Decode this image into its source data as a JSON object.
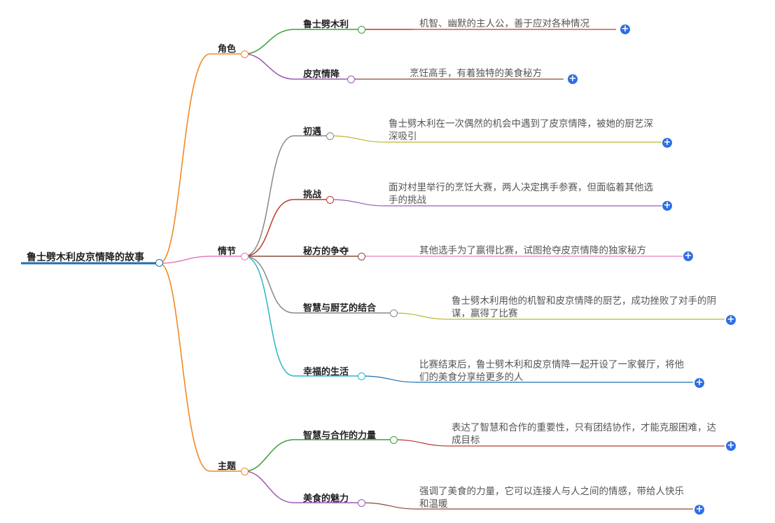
{
  "root": {
    "label": "鲁士劈木利皮京情降的故事"
  },
  "branches": [
    {
      "label": "角色",
      "children": [
        {
          "label": "鲁士劈木利",
          "detail": "机智、幽默的主人公，善于应对各种情况"
        },
        {
          "label": "皮京情降",
          "detail": "烹饪高手，有着独特的美食秘方"
        }
      ]
    },
    {
      "label": "情节",
      "children": [
        {
          "label": "初遇",
          "detail": "鲁士劈木利在一次偶然的机会中遇到了皮京情降，被她的厨艺深深吸引"
        },
        {
          "label": "挑战",
          "detail": "面对村里举行的烹饪大赛，两人决定携手参赛，但面临着其他选手的挑战"
        },
        {
          "label": "秘方的争夺",
          "detail": "其他选手为了赢得比赛，试图抢夺皮京情降的独家秘方"
        },
        {
          "label": "智慧与厨艺的结合",
          "detail": "鲁士劈木利用他的机智和皮京情降的厨艺，成功挫败了对手的阴谋，赢得了比赛"
        },
        {
          "label": "幸福的生活",
          "detail": "比赛结束后，鲁士劈木利和皮京情降一起开设了一家餐厅，将他们的美食分享给更多的人"
        }
      ]
    },
    {
      "label": "主题",
      "children": [
        {
          "label": "智慧与合作的力量",
          "detail": "表达了智慧和合作的重要性，只有团结协作，才能克服困难，达成目标"
        },
        {
          "label": "美食的魅力",
          "detail": "强调了美食的力量，它可以连接人与人之间的情感，带给人快乐和温暖"
        }
      ]
    }
  ],
  "expand_icon": "plus-icon",
  "colors": {
    "root_bar": "#1f6fb0",
    "accent_plus": "#2f6fe4",
    "branch": "#f08a24",
    "plot_branch": "#e87cc0"
  }
}
